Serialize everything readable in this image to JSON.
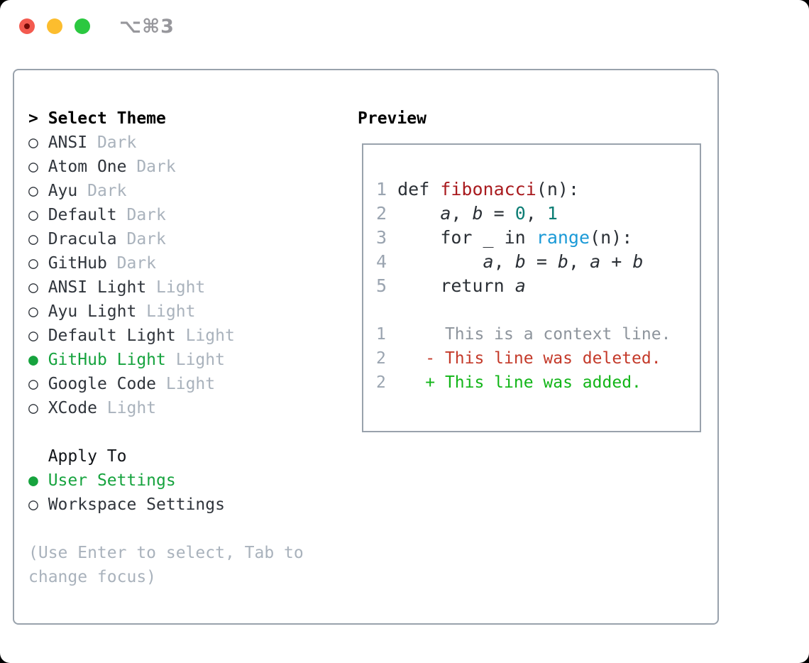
{
  "titlebar": {
    "shortcut": "⌥⌘3"
  },
  "theme_panel": {
    "title_prefix": "> ",
    "title": "Select Theme",
    "themes": [
      {
        "name": "ANSI",
        "tag": "Dark",
        "selected": false
      },
      {
        "name": "Atom One",
        "tag": "Dark",
        "selected": false
      },
      {
        "name": "Ayu",
        "tag": "Dark",
        "selected": false
      },
      {
        "name": "Default",
        "tag": "Dark",
        "selected": false
      },
      {
        "name": "Dracula",
        "tag": "Dark",
        "selected": false
      },
      {
        "name": "GitHub",
        "tag": "Dark",
        "selected": false
      },
      {
        "name": "ANSI Light",
        "tag": "Light",
        "selected": false
      },
      {
        "name": "Ayu Light",
        "tag": "Light",
        "selected": false
      },
      {
        "name": "Default Light",
        "tag": "Light",
        "selected": false
      },
      {
        "name": "GitHub Light",
        "tag": "Light",
        "selected": true
      },
      {
        "name": "Google Code",
        "tag": "Light",
        "selected": false
      },
      {
        "name": "XCode",
        "tag": "Light",
        "selected": false
      }
    ],
    "apply_to": {
      "title": "Apply To",
      "options": [
        {
          "name": "User Settings",
          "selected": true
        },
        {
          "name": "Workspace Settings",
          "selected": false
        }
      ]
    },
    "hint_line1": "(Use Enter to select, Tab to",
    "hint_line2": "change focus)"
  },
  "preview": {
    "title": "Preview",
    "code_lines": [
      {
        "num": "1",
        "tokens": [
          {
            "t": "def ",
            "c": "code"
          },
          {
            "t": "fibonacci",
            "c": "func"
          },
          {
            "t": "(n):",
            "c": "code"
          }
        ]
      },
      {
        "num": "2",
        "tokens": [
          {
            "t": "    ",
            "c": "code"
          },
          {
            "t": "a",
            "c": "var"
          },
          {
            "t": ", ",
            "c": "code"
          },
          {
            "t": "b",
            "c": "var"
          },
          {
            "t": " = ",
            "c": "code"
          },
          {
            "t": "0",
            "c": "num"
          },
          {
            "t": ", ",
            "c": "code"
          },
          {
            "t": "1",
            "c": "num"
          }
        ]
      },
      {
        "num": "3",
        "tokens": [
          {
            "t": "    for _ in ",
            "c": "code"
          },
          {
            "t": "range",
            "c": "builtin"
          },
          {
            "t": "(n):",
            "c": "code"
          }
        ]
      },
      {
        "num": "4",
        "tokens": [
          {
            "t": "        ",
            "c": "code"
          },
          {
            "t": "a",
            "c": "var"
          },
          {
            "t": ", ",
            "c": "code"
          },
          {
            "t": "b",
            "c": "var"
          },
          {
            "t": " = ",
            "c": "code"
          },
          {
            "t": "b",
            "c": "var"
          },
          {
            "t": ", ",
            "c": "code"
          },
          {
            "t": "a",
            "c": "var"
          },
          {
            "t": " + ",
            "c": "code"
          },
          {
            "t": "b",
            "c": "var"
          }
        ]
      },
      {
        "num": "5",
        "tokens": [
          {
            "t": "    return ",
            "c": "code"
          },
          {
            "t": "a",
            "c": "var"
          }
        ]
      }
    ],
    "diff_lines": [
      {
        "num": "1",
        "marker": " ",
        "text": "This is a context line.",
        "kind": "context"
      },
      {
        "num": "2",
        "marker": "-",
        "text": "This line was deleted.",
        "kind": "deleted"
      },
      {
        "num": "2",
        "marker": "+",
        "text": "This line was added.",
        "kind": "added"
      }
    ]
  },
  "colors": {
    "selected_green": "#16a33e",
    "added_green": "#12b518",
    "deleted_red": "#c43a2a",
    "context_gray": "#8d949c",
    "line_number_gray": "#9aa4b0",
    "muted_gray": "#a9b2bc",
    "function_red": "#a91b1f",
    "number_teal": "#0c7d74",
    "builtin_blue": "#1b9ad7",
    "border_gray": "#99a2ac",
    "traffic_red": "#f35a4f",
    "traffic_yellow": "#fcbd2e",
    "traffic_green": "#2bc840"
  }
}
